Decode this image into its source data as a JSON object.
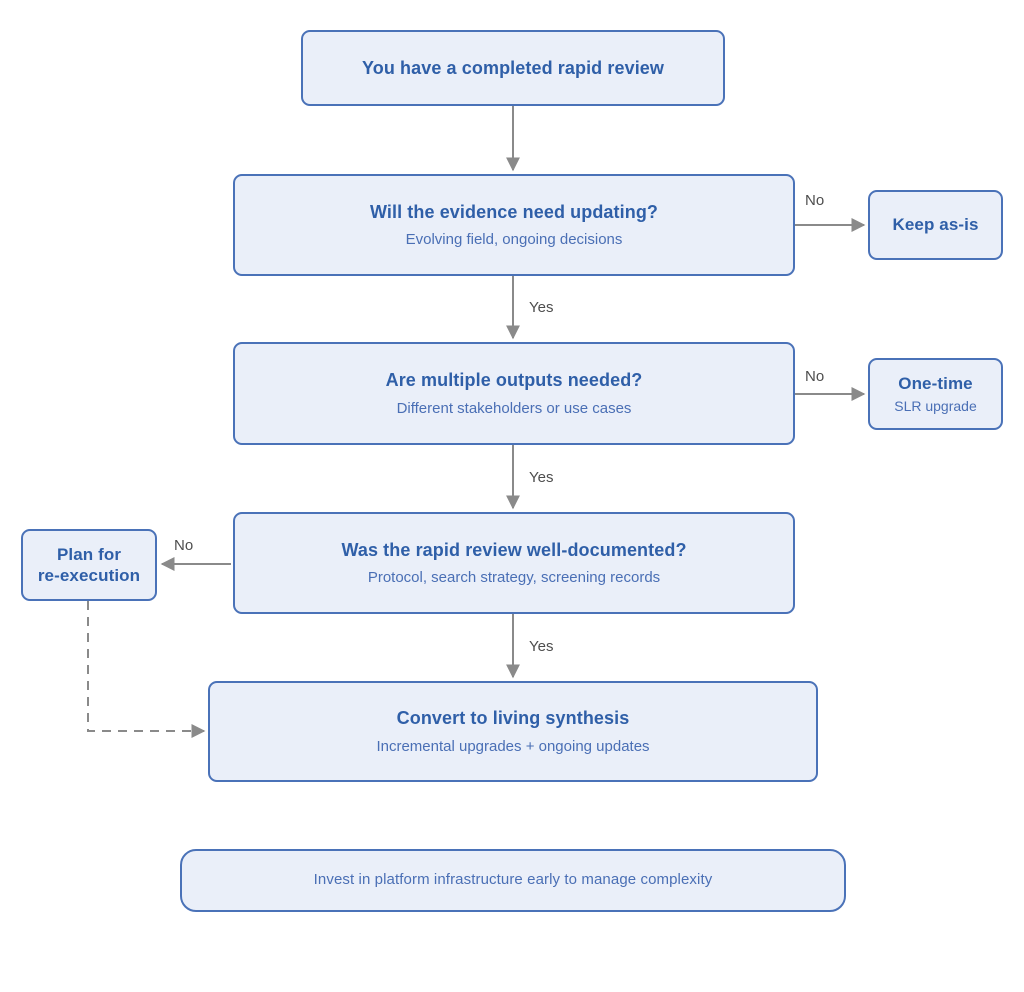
{
  "diagram": {
    "type": "flowchart",
    "palette": {
      "node_fill": "#eaeff9",
      "node_border": "#4a72b8",
      "title_text": "#2f5fa8",
      "subtitle_text": "#4a6fb5",
      "connector": "#8a8a8a",
      "label_text": "#4d4d4d",
      "background": "#ffffff"
    },
    "nodes": [
      {
        "id": "start",
        "kind": "start",
        "title": "You have a completed rapid review",
        "subtitle": ""
      },
      {
        "id": "decision_update",
        "kind": "decision",
        "title": "Will the evidence need updating?",
        "subtitle": "Evolving field, ongoing decisions"
      },
      {
        "id": "keep_as_is",
        "kind": "terminal",
        "title": "Keep as-is",
        "subtitle": ""
      },
      {
        "id": "decision_outputs",
        "kind": "decision",
        "title": "Are multiple outputs needed?",
        "subtitle": "Different stakeholders or use cases"
      },
      {
        "id": "one_time",
        "kind": "terminal",
        "title": "One-time",
        "subtitle": "SLR upgrade"
      },
      {
        "id": "decision_documented",
        "kind": "decision",
        "title": "Was the rapid review well-documented?",
        "subtitle": "Protocol, search strategy, screening records"
      },
      {
        "id": "plan_reexecution",
        "kind": "terminal",
        "title_line1": "Plan for",
        "title_line2": "re-execution",
        "subtitle": ""
      },
      {
        "id": "convert_living",
        "kind": "process",
        "title": "Convert to living synthesis",
        "subtitle": "Incremental upgrades + ongoing updates"
      },
      {
        "id": "note",
        "kind": "note",
        "title": "Invest in platform infrastructure early to manage complexity",
        "subtitle": ""
      }
    ],
    "edges": [
      {
        "id": "e1",
        "from": "start",
        "to": "decision_update",
        "label": "",
        "style": "solid"
      },
      {
        "id": "e2",
        "from": "decision_update",
        "to": "keep_as_is",
        "label": "No",
        "style": "solid"
      },
      {
        "id": "e3",
        "from": "decision_update",
        "to": "decision_outputs",
        "label": "Yes",
        "style": "solid"
      },
      {
        "id": "e4",
        "from": "decision_outputs",
        "to": "one_time",
        "label": "No",
        "style": "solid"
      },
      {
        "id": "e5",
        "from": "decision_outputs",
        "to": "decision_documented",
        "label": "Yes",
        "style": "solid"
      },
      {
        "id": "e6",
        "from": "decision_documented",
        "to": "plan_reexecution",
        "label": "No",
        "style": "solid"
      },
      {
        "id": "e7",
        "from": "decision_documented",
        "to": "convert_living",
        "label": "Yes",
        "style": "solid"
      },
      {
        "id": "e8",
        "from": "plan_reexecution",
        "to": "convert_living",
        "label": "",
        "style": "dashed"
      }
    ],
    "edge_labels": {
      "no_update": "No",
      "yes_update": "Yes",
      "no_outputs": "No",
      "yes_outputs": "Yes",
      "no_documented": "No",
      "yes_documented": "Yes"
    }
  }
}
